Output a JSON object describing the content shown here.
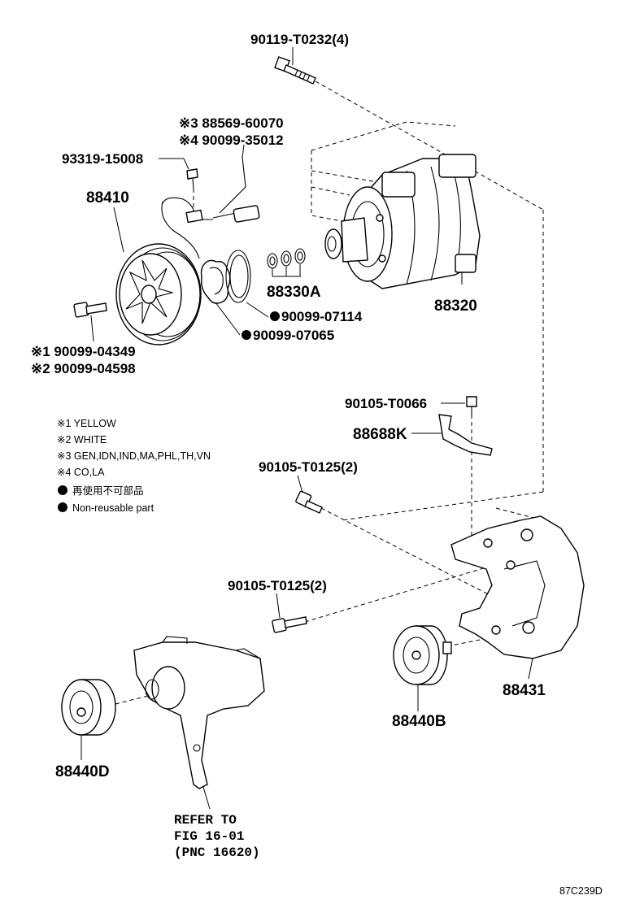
{
  "labels": {
    "bolt_top": "90119-T0232(4)",
    "wire_opt3": "※3 88569-60070",
    "wire_opt4": "※4 90099-35012",
    "screw": "93319-15008",
    "clutch": "88410",
    "shims": "88330A",
    "ring_a": "90099-07114",
    "ring_b": "90099-07065",
    "compressor": "88320",
    "bolt_opt1": "※1 90099-04349",
    "bolt_opt2": "※2 90099-04598",
    "bolt_bracket_small": "90105-T0066",
    "bracket_small": "88688K",
    "bolt_mid": "90105-T0125(2)",
    "bolt_low": "90105-T0125(2)",
    "bracket": "88431",
    "idler_b": "88440B",
    "idler_d": "88440D",
    "refer_line1": "REFER TO",
    "refer_line2": "FIG 16-01",
    "refer_line3": "(PNC 16620)",
    "diagram_code": "87C239D"
  },
  "legend": {
    "note1": "※1 YELLOW",
    "note2": "※2 WHITE",
    "note3": "※3 GEN,IDN,IND,MA,PHL,TH,VN",
    "note4": "※4 CO,LA",
    "nonreusable_jp": "再使用不可部品",
    "nonreusable_en": "Non-reusable part"
  }
}
